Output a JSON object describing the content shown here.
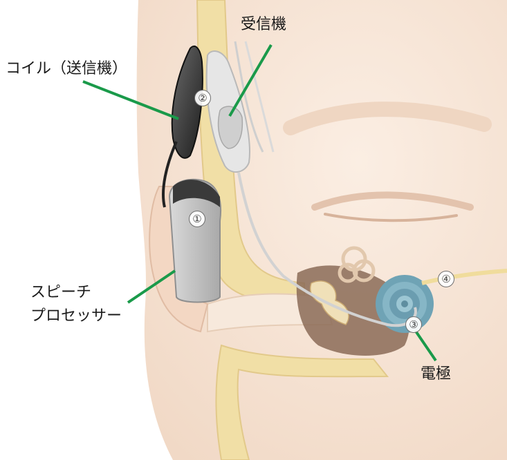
{
  "labels": {
    "coil": "コイル（送信機）",
    "receiver": "受信機",
    "speech_processor_line1": "スピーチ",
    "speech_processor_line2": "プロセッサー",
    "electrode": "電極"
  },
  "markers": [
    "①",
    "②",
    "③",
    "④"
  ],
  "colors": {
    "leader_line": "#1a9a4a",
    "skin": "#f6e3d3",
    "bone": "#f1dfa6",
    "cochlea": "#6fa3b5"
  }
}
